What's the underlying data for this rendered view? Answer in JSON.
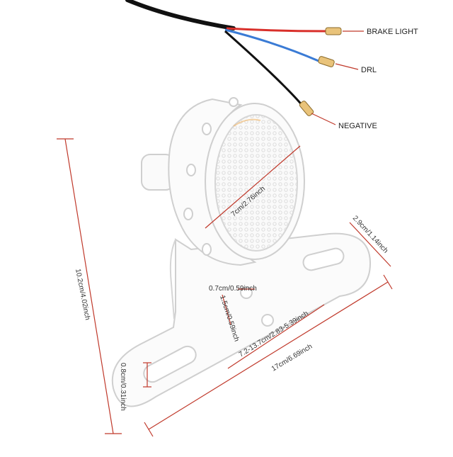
{
  "wire_labels": {
    "brake": "BRAKE LIGHT",
    "drl": "DRL",
    "negative": "NEGATIVE"
  },
  "dimensions": {
    "lens_diameter": "7cm/2.76inch",
    "total_height": "10.2cm/4.02inch",
    "total_width": "17cm/6.69inch",
    "plate_height": "2.9cm/1.14inch",
    "slot_height": "0.8cm/0.31inch",
    "hole_diameter": "0.7cm/0.59inch",
    "hole_spacing": "1.5cm/0.59inch",
    "slot_span": "7.2-13.7cm/2.83-5.39inch"
  },
  "colors": {
    "accent_red": "#c0392b",
    "wire_red": "#d9302b",
    "wire_blue": "#3a7bd5",
    "wire_black": "#111111",
    "metal_outline": "#c8c8c8",
    "lens_amber": "#f2b86a"
  },
  "icons": {
    "lamp": "motorcycle-tail-light-icon",
    "connectors": "bullet-connector-icon"
  }
}
